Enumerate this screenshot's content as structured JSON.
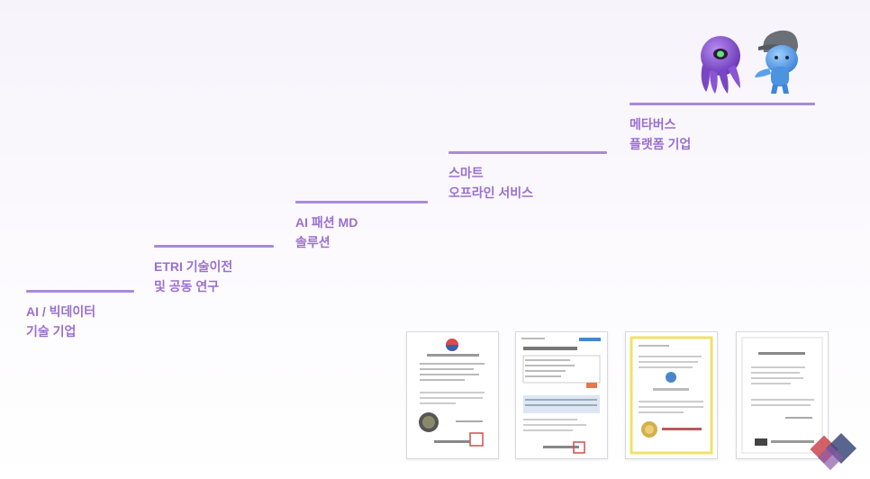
{
  "steps": [
    {
      "line1": "AI / 빅데이터",
      "line2": "기술 기업"
    },
    {
      "line1": "ETRI 기술이전",
      "line2": "및 공동 연구"
    },
    {
      "line1": "AI 패션 MD",
      "line2": "솔루션"
    },
    {
      "line1": "스마트",
      "line2": "오프라인 서비스"
    },
    {
      "line1": "메타버스",
      "line2": "플랫폼 기업"
    }
  ],
  "colors": {
    "accent": "#a88bd6",
    "label": "#9a6fd0",
    "seal_red": "#d94a4a",
    "gold": "#d4b04a"
  },
  "icons": [
    "purple-octopus-mascot-icon",
    "blue-mascot-with-cap-icon",
    "company-logo-icon"
  ]
}
